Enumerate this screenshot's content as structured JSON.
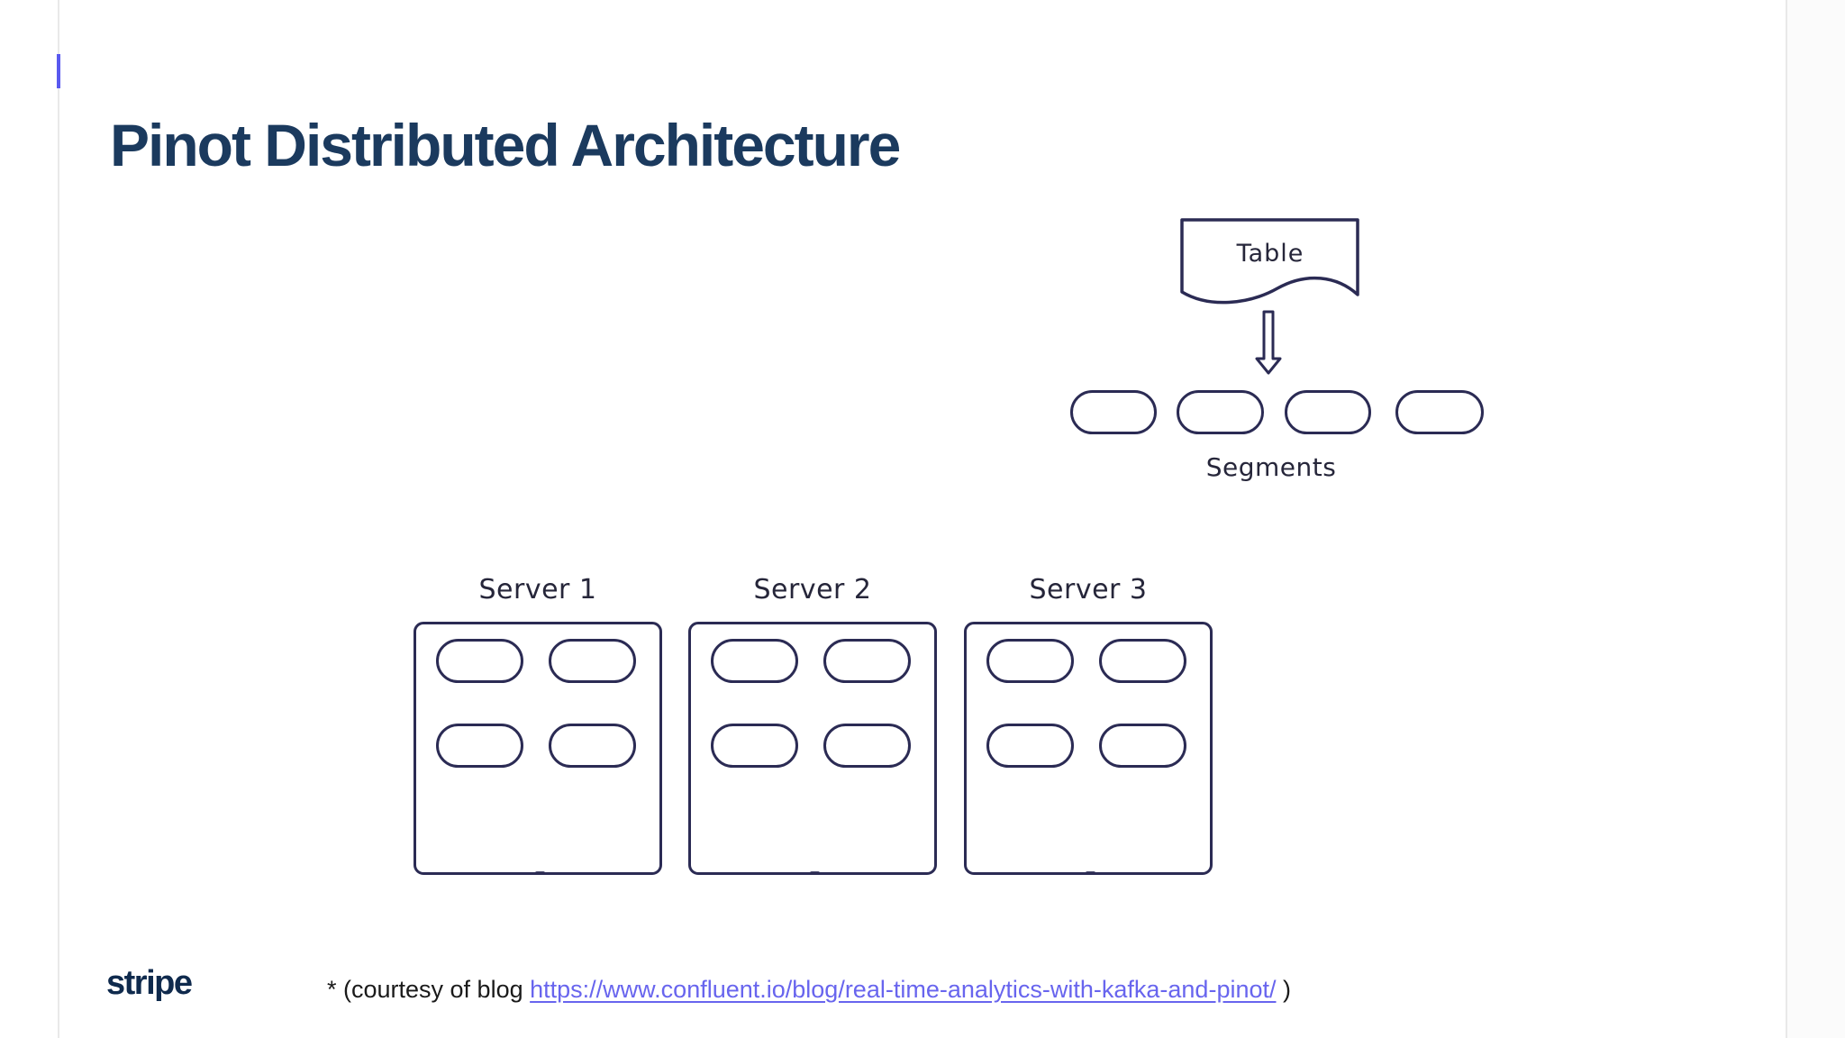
{
  "title": "Pinot Distributed Architecture",
  "diagram": {
    "table_label": "Table",
    "segments_label": "Segments",
    "segment_pill_count": 4,
    "servers": [
      {
        "label": "Server 1",
        "segment_count": 4
      },
      {
        "label": "Server 2",
        "segment_count": 4
      },
      {
        "label": "Server 3",
        "segment_count": 4
      }
    ]
  },
  "footer": {
    "logo_text": "stripe",
    "note_prefix": "* (courtesy of blog ",
    "link_text": "https://www.confluent.io/blog/real-time-analytics-with-kafka-and-pinot/",
    "note_suffix": " )"
  },
  "colors": {
    "title": "#1b3a5e",
    "ink": "#2b2b54",
    "label": "#26263a",
    "text": "#1a1a1a",
    "link": "#6865ee",
    "logo": "#0f2a4d",
    "caret": "#5959ef",
    "edge": "#e9e9e9"
  }
}
